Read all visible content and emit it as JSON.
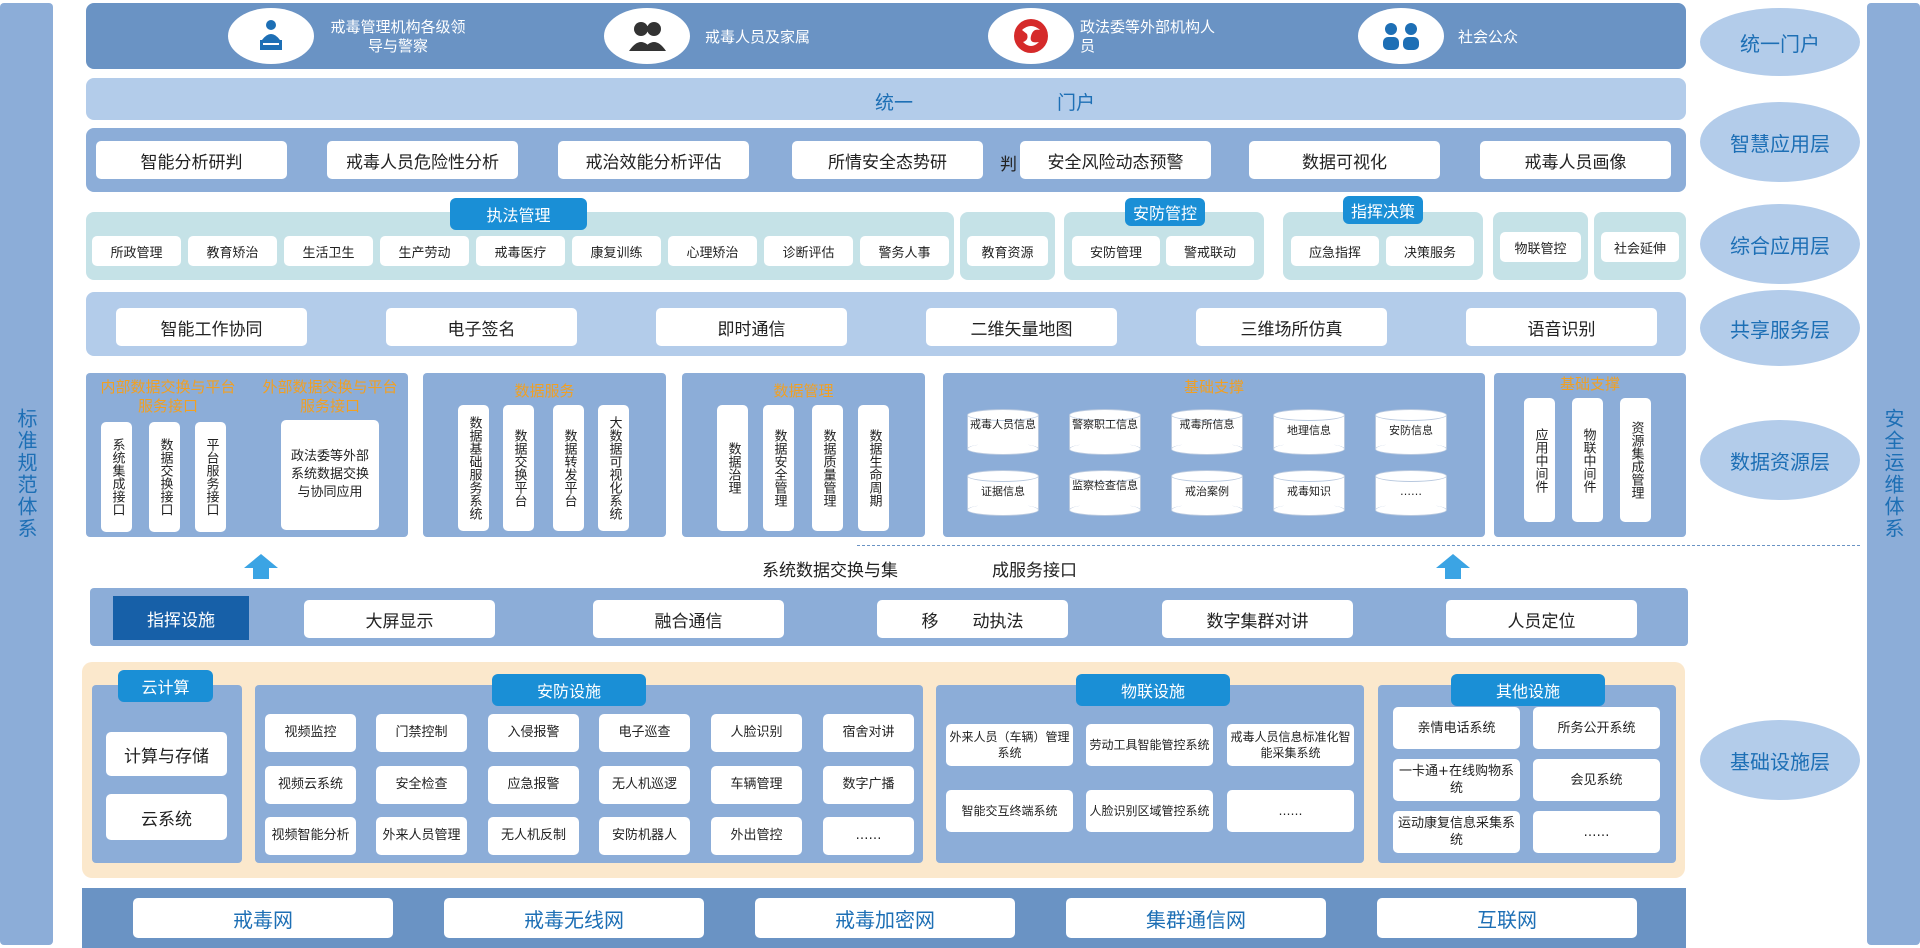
{
  "left_side": "标准规范体系",
  "right_side": "安全运维体系",
  "portal_users": [
    {
      "icon": "speaker-icon",
      "text": "戒毒管理机构各级领导与警察"
    },
    {
      "icon": "people-icon",
      "text": "戒毒人员及家属"
    },
    {
      "icon": "emblem-icon",
      "text": "政法委等外部机构人员"
    },
    {
      "icon": "public-icon",
      "text": "社会公众"
    }
  ],
  "portal_bar": {
    "a": "统一",
    "b": "门户"
  },
  "layers": [
    "统一门户",
    "智慧应用层",
    "综合应用层",
    "共享服务层",
    "数据资源层",
    "基础设施层"
  ],
  "smart_apps": [
    "智能分析研判",
    "戒毒人员危险性分析",
    "戒治效能分析评估",
    "所情安全态势研",
    "判",
    "安全风险动态预警",
    "数据可视化",
    "戒毒人员画像"
  ],
  "integrated": {
    "law_tag": "执法管理",
    "law_items": [
      "所政管理",
      "教育矫治",
      "生活卫生",
      "生产劳动",
      "戒毒医疗",
      "康复训练",
      "心理矫治",
      "诊断评估",
      "警务人事"
    ],
    "edu": "教育资源",
    "security_tag": "安防管控",
    "security_items": [
      "安防管理",
      "警戒联动"
    ],
    "command_tag": "指挥决策",
    "command_items": [
      "应急指挥",
      "决策服务"
    ],
    "iot": "物联管控",
    "social": "社会延伸"
  },
  "shared": [
    "智能工作协同",
    "电子签名",
    "即时通信",
    "二维矢量地图",
    "三维场所仿真",
    "语音识别"
  ],
  "data_res": {
    "exchange": {
      "internal_title": "内部数据交换与平台服务接口",
      "external_title": "外部数据交换与平台服务接口",
      "internal_items": [
        "系统集成接口",
        "数据交换接口",
        "平台服务接口"
      ],
      "external_box": "政法委等外部系统数据交换与协同应用"
    },
    "service": {
      "title": "数据服务",
      "items": [
        "数据基础服务系统",
        "数据交换平台",
        "数据转发平台",
        "大数据可视化系统"
      ]
    },
    "mgmt": {
      "title": "数据管理",
      "items": [
        "数据治理",
        "数据安全管理",
        "数据质量管理",
        "数据生命周期"
      ]
    },
    "basic": {
      "title": "基础支撑",
      "items": [
        "戒毒人员信息",
        "警察职工信息",
        "戒毒所信息",
        "地理信息",
        "安防信息",
        "证据信息",
        "监察检查信息",
        "戒治案例",
        "戒毒知识",
        "……"
      ]
    },
    "basic2": {
      "title": "基础支撑",
      "items": [
        "应用中间件",
        "物联中间件",
        "资源集成管理"
      ]
    }
  },
  "interface_text": {
    "a": "系统数据交换与集",
    "b": "成服务接口"
  },
  "command_row": {
    "selected": "指挥设施",
    "items": [
      "大屏显示",
      "融合通信",
      "移",
      "动执法",
      "数字集群对讲",
      "人员定位"
    ]
  },
  "infra": {
    "cloud_tag": "云计算",
    "cloud_items": [
      "计算与存储",
      "云系统"
    ],
    "security_tag": "安防设施",
    "security_items": [
      "视频监控",
      "门禁控制",
      "入侵报警",
      "电子巡查",
      "人脸识别",
      "宿舍对讲",
      "视频云系统",
      "安全检查",
      "应急报警",
      "无人机巡逻",
      "车辆管理",
      "数字广播",
      "视频智能分析",
      "外来人员管理",
      "无人机反制",
      "安防机器人",
      "外出管控",
      "……"
    ],
    "iot_tag": "物联设施",
    "iot_items": [
      "外来人员（车辆）管理系统",
      "劳动工具智能管控系统",
      "戒毒人员信息标准化智能采集系统",
      "智能交互终端系统",
      "人脸识别区域管控系统",
      "……"
    ],
    "other_tag": "其他设施",
    "other_items": [
      "亲情电话系统",
      "所务公开系统",
      "一卡通+在线购物系统",
      "会见系统",
      "运动康复信息采集系统",
      "……"
    ]
  },
  "networks": [
    "戒毒网",
    "戒毒无线网",
    "戒毒加密网",
    "集群通信网",
    "互联网"
  ],
  "colors": {
    "band": "#8cadd8",
    "teal": "#c5e2e7",
    "accent": "#1a8fd6",
    "dark": "#1760a8",
    "cream": "#fbe8cc",
    "network": "#6a93c4"
  }
}
